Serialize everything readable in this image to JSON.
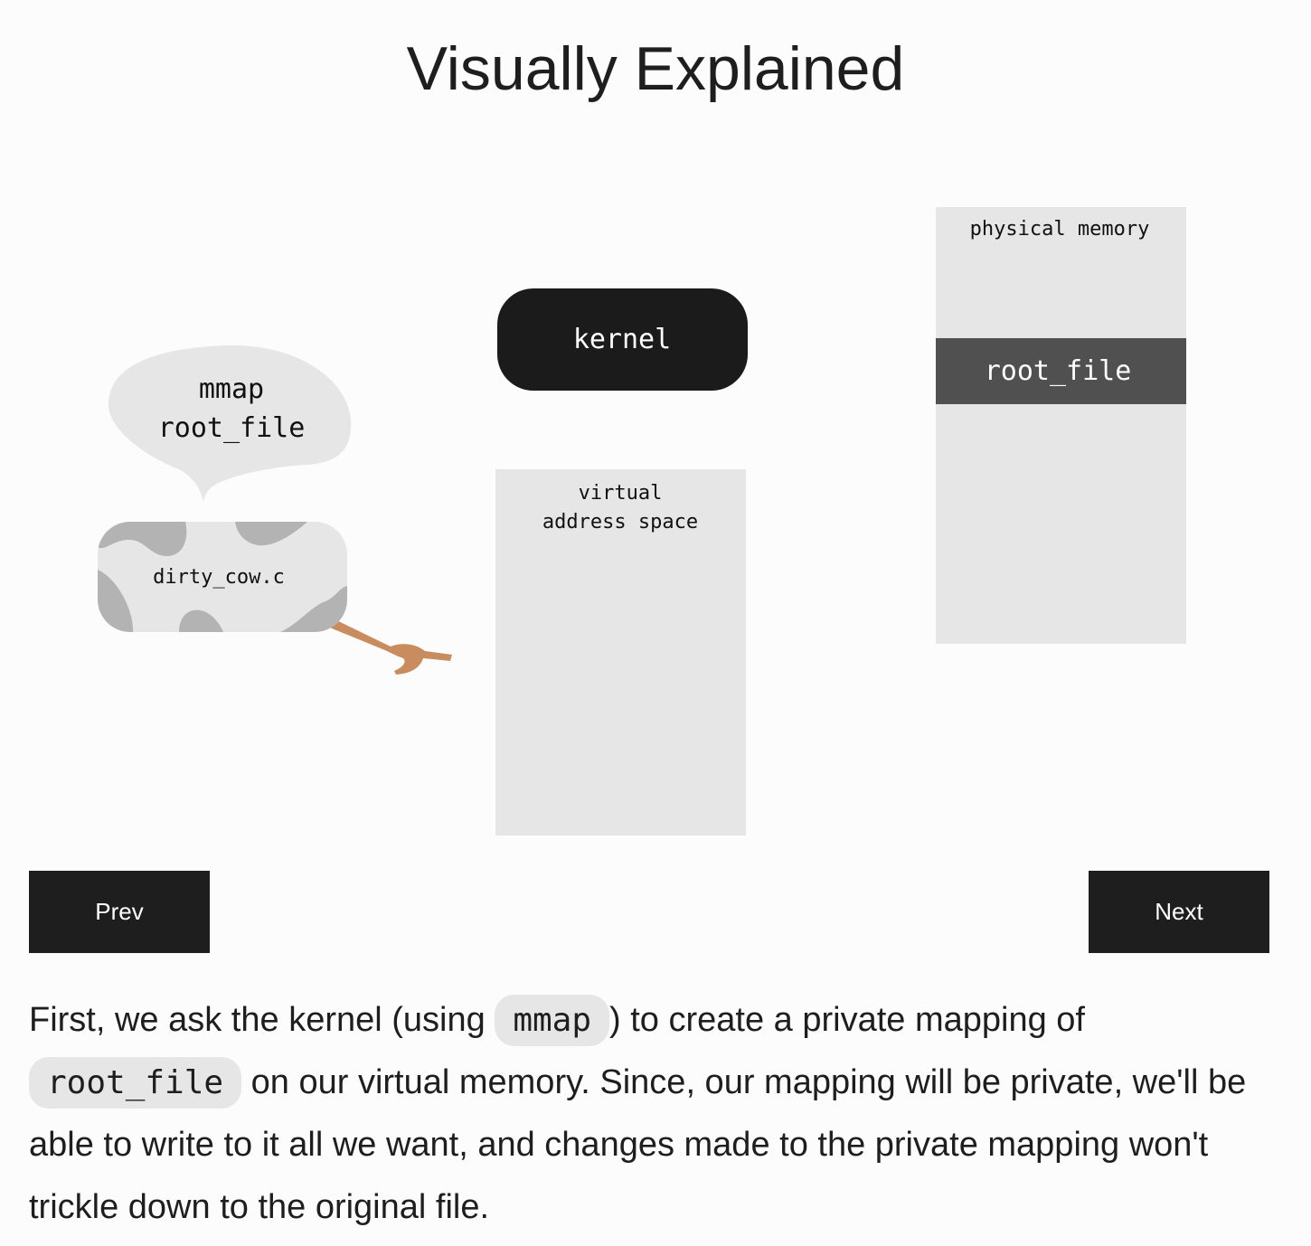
{
  "title": "Visually Explained",
  "diagram": {
    "speech_line1": "mmap",
    "speech_line2": "root_file",
    "process_label": "dirty_cow.c",
    "kernel_label": "kernel",
    "virtual_line1": "virtual",
    "virtual_line2": "address space",
    "physical_label": "physical memory",
    "physical_block_label": "root_file",
    "colors": {
      "box": "#e6e6e6",
      "dark": "#1b1b1b",
      "block": "#505050",
      "spots": "#b3b3b3",
      "arm": "#c98c5e"
    }
  },
  "nav": {
    "prev": "Prev",
    "next": "Next"
  },
  "text": {
    "part1": "First, we ask the kernel (using ",
    "code1": "mmap",
    "part2": ") to create a private mapping of ",
    "code2": "root_file",
    "part3": " on our virtual memory. Since, our mapping will be private, we'll be able to write to it all we want, and changes made to the private mapping won't trickle down to the original file."
  }
}
